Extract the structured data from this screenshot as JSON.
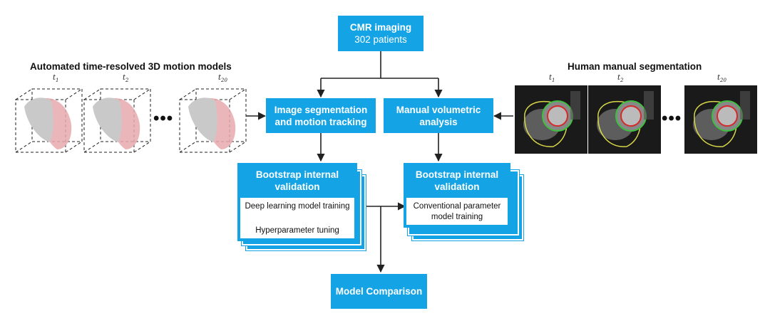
{
  "top_box": {
    "title": "CMR imaging",
    "subtitle": "302 patients"
  },
  "left_title": "Automated time-resolved 3D motion models",
  "right_title": "Human manual segmentation",
  "time_labels": {
    "t1": "t",
    "t1_sub": "1",
    "t2": "t",
    "t2_sub": "2",
    "t20": "t",
    "t20_sub": "20"
  },
  "ellipsis": "•••",
  "seg_box": {
    "line1": "Image segmentation",
    "line2": "and motion tracking"
  },
  "manual_box": {
    "line1": "Manual volumetric",
    "line2": "analysis"
  },
  "left_bootstrap": {
    "head1": "Bootstrap internal",
    "head2": "validation",
    "item1": "Deep learning model training",
    "item2": "Hyperparameter tuning"
  },
  "right_bootstrap": {
    "head1": "Bootstrap internal",
    "head2": "validation",
    "item1": "Conventional parameter",
    "item2": "model training"
  },
  "comparison_box": {
    "label": "Model Comparison"
  },
  "colors": {
    "accent": "#14a4e6",
    "text": "#111111",
    "heart_gray": "#c9c9c9",
    "heart_pink": "#e8a9ae",
    "contour_red": "#d42a2a",
    "contour_green": "#3fbf3f",
    "contour_yellow": "#d8d84a"
  }
}
